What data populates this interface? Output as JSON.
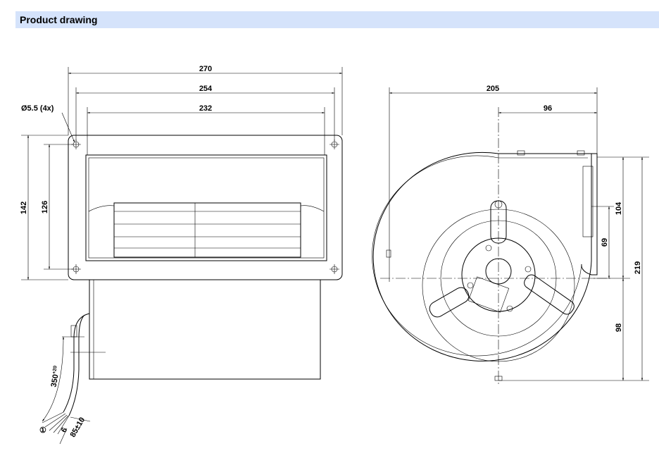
{
  "header": {
    "title": "Product drawing"
  },
  "front_view": {
    "dim_width_total": "270",
    "dim_hole_spacing": "254",
    "dim_opening": "232",
    "dim_height_total": "142",
    "dim_hole_vertical": "126",
    "hole_note": "Ø5.5 (4x)",
    "cable_length": "350",
    "cable_length_tol": "+20",
    "strip_length": "6",
    "lead_length": "85±10",
    "callout": "①"
  },
  "side_view": {
    "dim_depth": "205",
    "dim_axis_offset": "96",
    "dim_outlet": "104",
    "dim_flange": "69",
    "dim_height": "219",
    "dim_axis_height": "98"
  }
}
